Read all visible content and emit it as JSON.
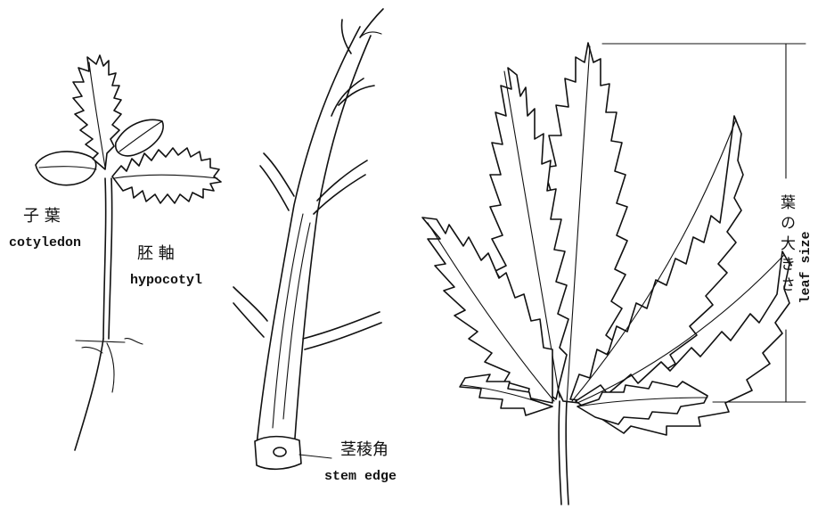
{
  "seedling": {
    "cotyledon_ja": "子 葉",
    "cotyledon_en": "cotyledon",
    "hypocotyl_ja": "胚 軸",
    "hypocotyl_en": "hypocotyl"
  },
  "stem": {
    "edge_ja": "茎稜角",
    "edge_en": "stem edge"
  },
  "leaf": {
    "size_ja": "葉の大きさ",
    "size_en": "leaf size"
  }
}
